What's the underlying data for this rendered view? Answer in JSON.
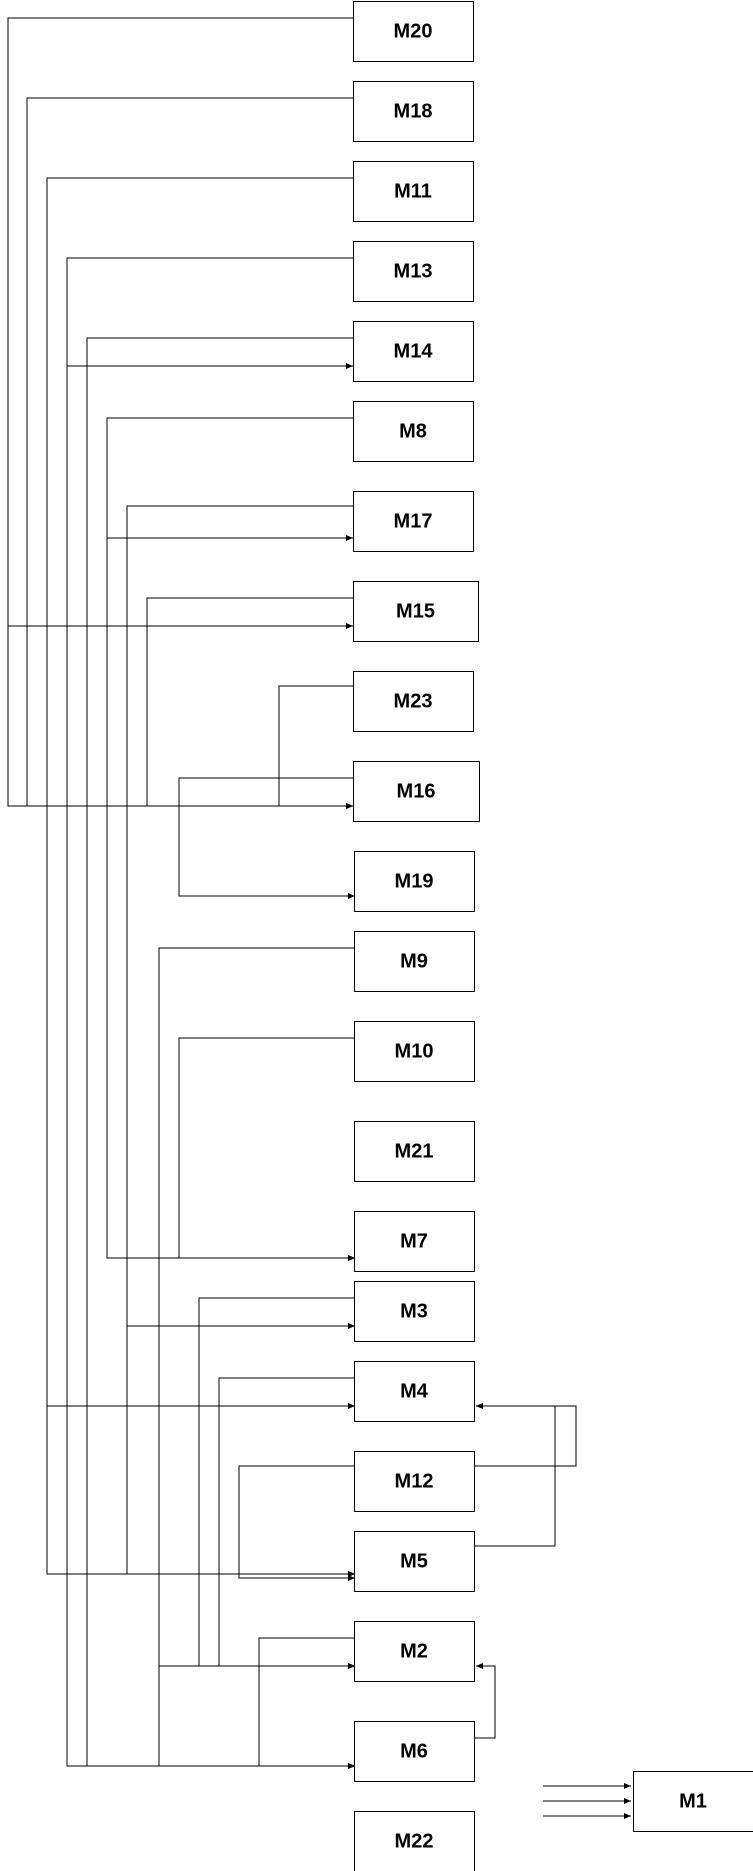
{
  "nodes": [
    {
      "id": "M20",
      "label": "M20"
    },
    {
      "id": "M18",
      "label": "M18"
    },
    {
      "id": "M11",
      "label": "M11"
    },
    {
      "id": "M13",
      "label": "M13"
    },
    {
      "id": "M14",
      "label": "M14"
    },
    {
      "id": "M8",
      "label": "M8"
    },
    {
      "id": "M17",
      "label": "M17"
    },
    {
      "id": "M15",
      "label": "M15"
    },
    {
      "id": "M23",
      "label": "M23"
    },
    {
      "id": "M16",
      "label": "M16"
    },
    {
      "id": "M19",
      "label": "M19"
    },
    {
      "id": "M9",
      "label": "M9"
    },
    {
      "id": "M10",
      "label": "M10"
    },
    {
      "id": "M21",
      "label": "M21"
    },
    {
      "id": "M7",
      "label": "M7"
    },
    {
      "id": "M3",
      "label": "M3"
    },
    {
      "id": "M4",
      "label": "M4"
    },
    {
      "id": "M12",
      "label": "M12"
    },
    {
      "id": "M5",
      "label": "M5"
    },
    {
      "id": "M2",
      "label": "M2"
    },
    {
      "id": "M6",
      "label": "M6"
    },
    {
      "id": "M22",
      "label": "M22"
    },
    {
      "id": "M1",
      "label": "M1"
    }
  ],
  "edges": [
    {
      "from": "M20",
      "to": "M15"
    },
    {
      "from": "M20",
      "to": "M16"
    },
    {
      "from": "M18",
      "to": "M16"
    },
    {
      "from": "M11",
      "to": "M4"
    },
    {
      "from": "M11",
      "to": "M5"
    },
    {
      "from": "M13",
      "to": "M14"
    },
    {
      "from": "M13",
      "to": "M6"
    },
    {
      "from": "M14",
      "to": "M6"
    },
    {
      "from": "M8",
      "to": "M17"
    },
    {
      "from": "M8",
      "to": "M7"
    },
    {
      "from": "M17",
      "to": "M3"
    },
    {
      "from": "M17",
      "to": "M5"
    },
    {
      "from": "M15",
      "to": "M16"
    },
    {
      "from": "M23",
      "to": "M16"
    },
    {
      "from": "M16",
      "to": "M19"
    },
    {
      "from": "M9",
      "to": "M2"
    },
    {
      "from": "M9",
      "to": "M6"
    },
    {
      "from": "M10",
      "to": "M7"
    },
    {
      "from": "M3",
      "to": "M2"
    },
    {
      "from": "M4",
      "to": "M2"
    },
    {
      "from": "M12",
      "to": "M4"
    },
    {
      "from": "M12",
      "to": "M5"
    },
    {
      "from": "M5",
      "to": "M4"
    },
    {
      "from": "M2",
      "to": "M6"
    },
    {
      "from": "M6",
      "to": "M2"
    },
    {
      "from": "",
      "to": "M1"
    },
    {
      "from": "",
      "to": "M1"
    },
    {
      "from": "",
      "to": "M1"
    }
  ]
}
